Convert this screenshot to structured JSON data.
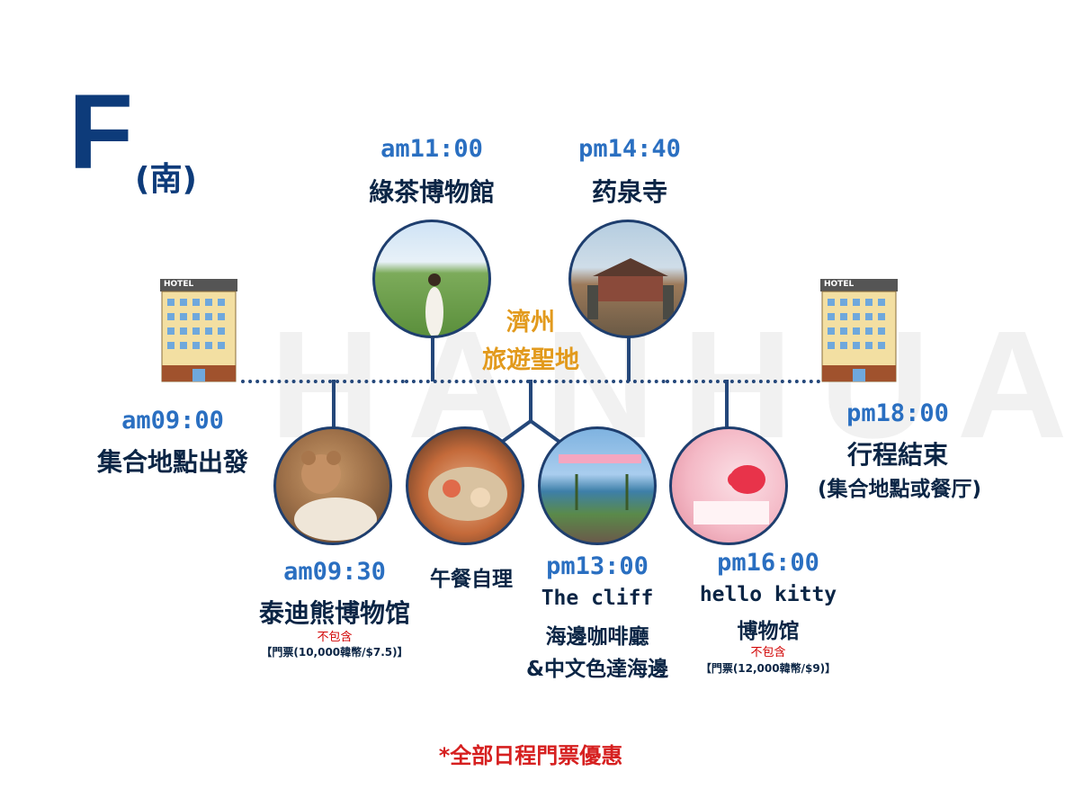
{
  "header": {
    "letter": "F",
    "region": "(南)"
  },
  "watermark": "HANHUA",
  "center_label": {
    "line1": "濟州",
    "line2": "旅遊聖地"
  },
  "hotel_sign": "HOTEL",
  "stops": {
    "start": {
      "time": "am09:00",
      "name": "集合地點出發"
    },
    "teddy": {
      "time": "am09:30",
      "name": "泰迪熊博物馆",
      "note": "不包含",
      "ticket": "【門票(10,000韓幣/$7.5)】"
    },
    "green_tea": {
      "time": "am11:00",
      "name": "綠茶博物館"
    },
    "lunch": {
      "name": "午餐自理"
    },
    "cliff": {
      "time": "pm13:00",
      "name_line1": "The cliff",
      "name_line2": "海邊咖啡廳",
      "name_line3": "&中文色達海邊"
    },
    "temple": {
      "time": "pm14:40",
      "name": "药泉寺"
    },
    "kitty": {
      "time": "pm16:00",
      "name_line1": "hello kitty",
      "name_line2": "博物馆",
      "note": "不包含",
      "ticket": "【門票(12,000韓幣/$9)】"
    },
    "end": {
      "time": "pm18:00",
      "name": "行程結束",
      "sub": "(集合地點或餐厅)"
    }
  },
  "footer": "*全部日程門票優惠",
  "colors": {
    "navy": "#0d3b7a",
    "time_blue": "#2a6fc1",
    "orange": "#e29a1d",
    "red": "#d62020"
  }
}
